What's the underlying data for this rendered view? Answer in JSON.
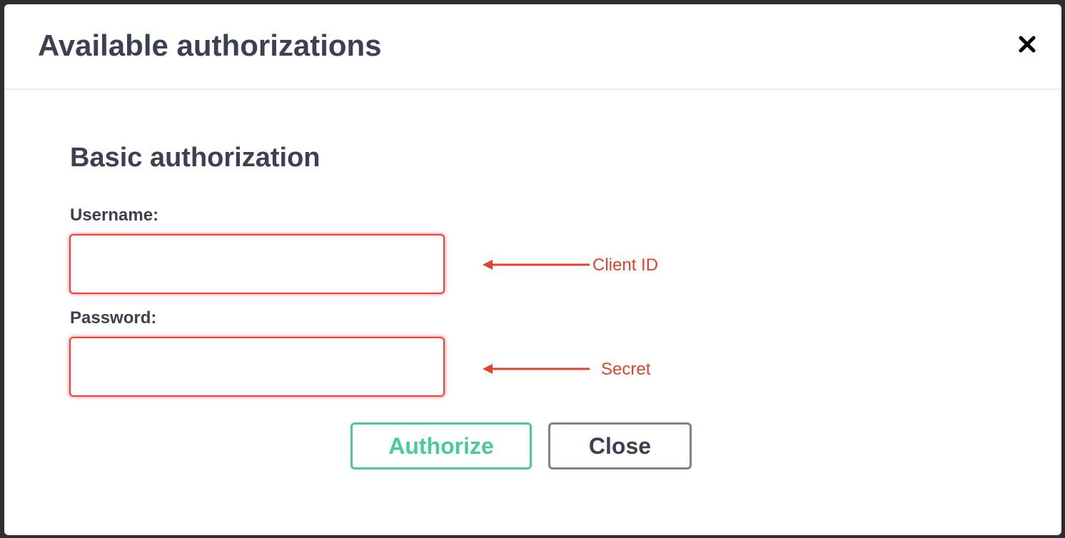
{
  "modal": {
    "title": "Available authorizations",
    "close_icon": "close-icon"
  },
  "auth": {
    "section_title": "Basic authorization",
    "username_label": "Username:",
    "username_value": "",
    "password_label": "Password:",
    "password_value": ""
  },
  "annotations": {
    "username_note": "Client ID",
    "password_note": "Secret",
    "color": "#e2432d"
  },
  "buttons": {
    "authorize_label": "Authorize",
    "close_label": "Close"
  },
  "colors": {
    "text": "#3b4151",
    "error_border": "#f93e3e",
    "authorize": "#49cc90",
    "close_border": "#7d8293"
  }
}
